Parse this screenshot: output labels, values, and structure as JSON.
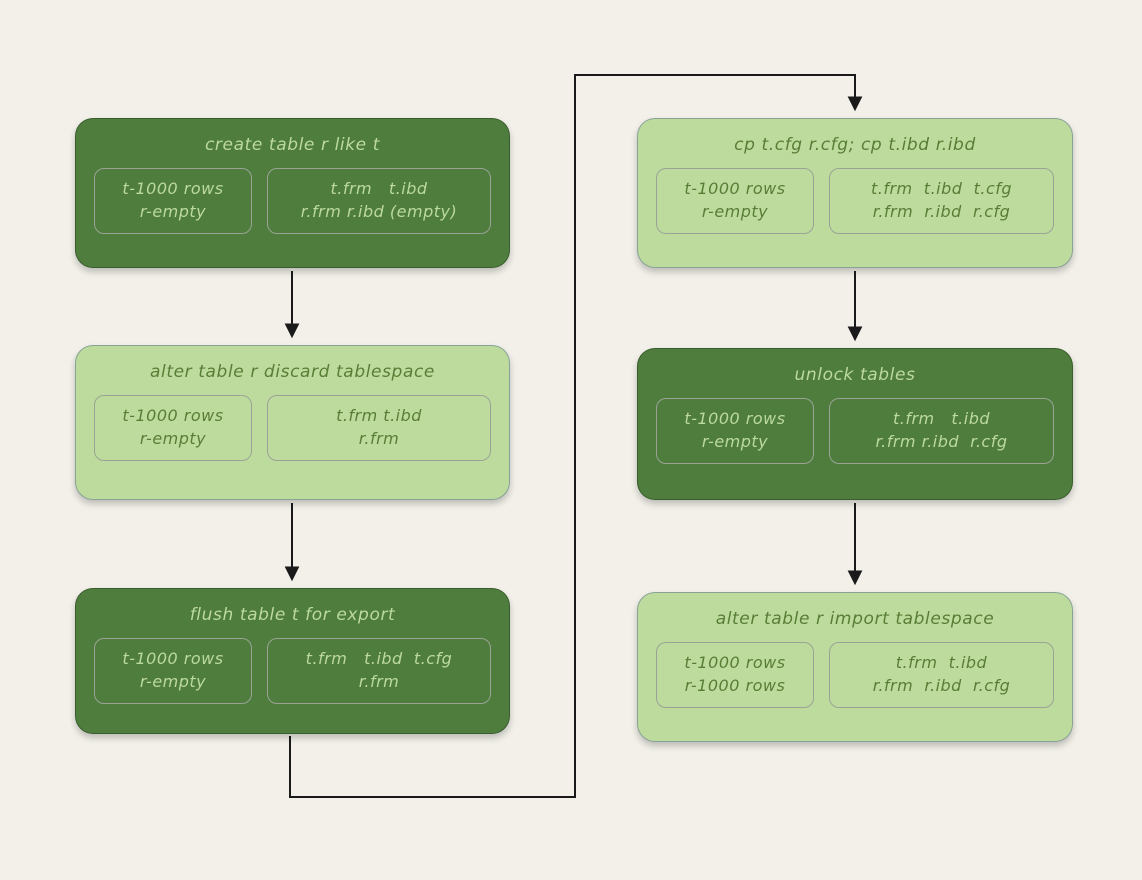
{
  "diagram": {
    "description": "Flowchart of MySQL transportable tablespace copy procedure",
    "colors": {
      "background": "#f2f0e9",
      "dark_green": "#4e7d3d",
      "light_green": "#bedb9e",
      "text_on_dark": "#bcd9a0",
      "text_on_light": "#587e36",
      "inner_border": "#9aa396",
      "arrow": "#1a1a1a"
    },
    "boxes": [
      {
        "id": "create-table-r-like-t",
        "theme": "dark",
        "title": "create table r like t",
        "state": [
          "t-1000 rows",
          "r-empty"
        ],
        "files": [
          "t.frm   t.ibd",
          "r.frm r.ibd (empty)"
        ]
      },
      {
        "id": "alter-table-r-discard-tablespace",
        "theme": "light",
        "title": "alter table r discard tablespace",
        "state": [
          "t-1000 rows",
          "r-empty"
        ],
        "files": [
          "t.frm t.ibd",
          "r.frm"
        ]
      },
      {
        "id": "flush-table-t-for-export",
        "theme": "dark",
        "title": "flush table t for export",
        "state": [
          "t-1000 rows",
          "r-empty"
        ],
        "files": [
          "t.frm   t.ibd  t.cfg",
          "r.frm"
        ]
      },
      {
        "id": "cp-cfg-and-ibd",
        "theme": "light",
        "title": "cp t.cfg r.cfg; cp t.ibd r.ibd",
        "state": [
          "t-1000 rows",
          "r-empty"
        ],
        "files": [
          "t.frm  t.ibd  t.cfg",
          "r.frm  r.ibd  r.cfg"
        ]
      },
      {
        "id": "unlock-tables",
        "theme": "dark",
        "title": "unlock tables",
        "state": [
          "t-1000 rows",
          "r-empty"
        ],
        "files": [
          "t.frm   t.ibd",
          "r.frm r.ibd  r.cfg"
        ]
      },
      {
        "id": "alter-table-r-import-tablespace",
        "theme": "light",
        "title": "alter table r import tablespace",
        "state": [
          "t-1000 rows",
          "r-1000 rows"
        ],
        "files": [
          "t.frm  t.ibd",
          "r.frm  r.ibd  r.cfg"
        ]
      }
    ]
  }
}
